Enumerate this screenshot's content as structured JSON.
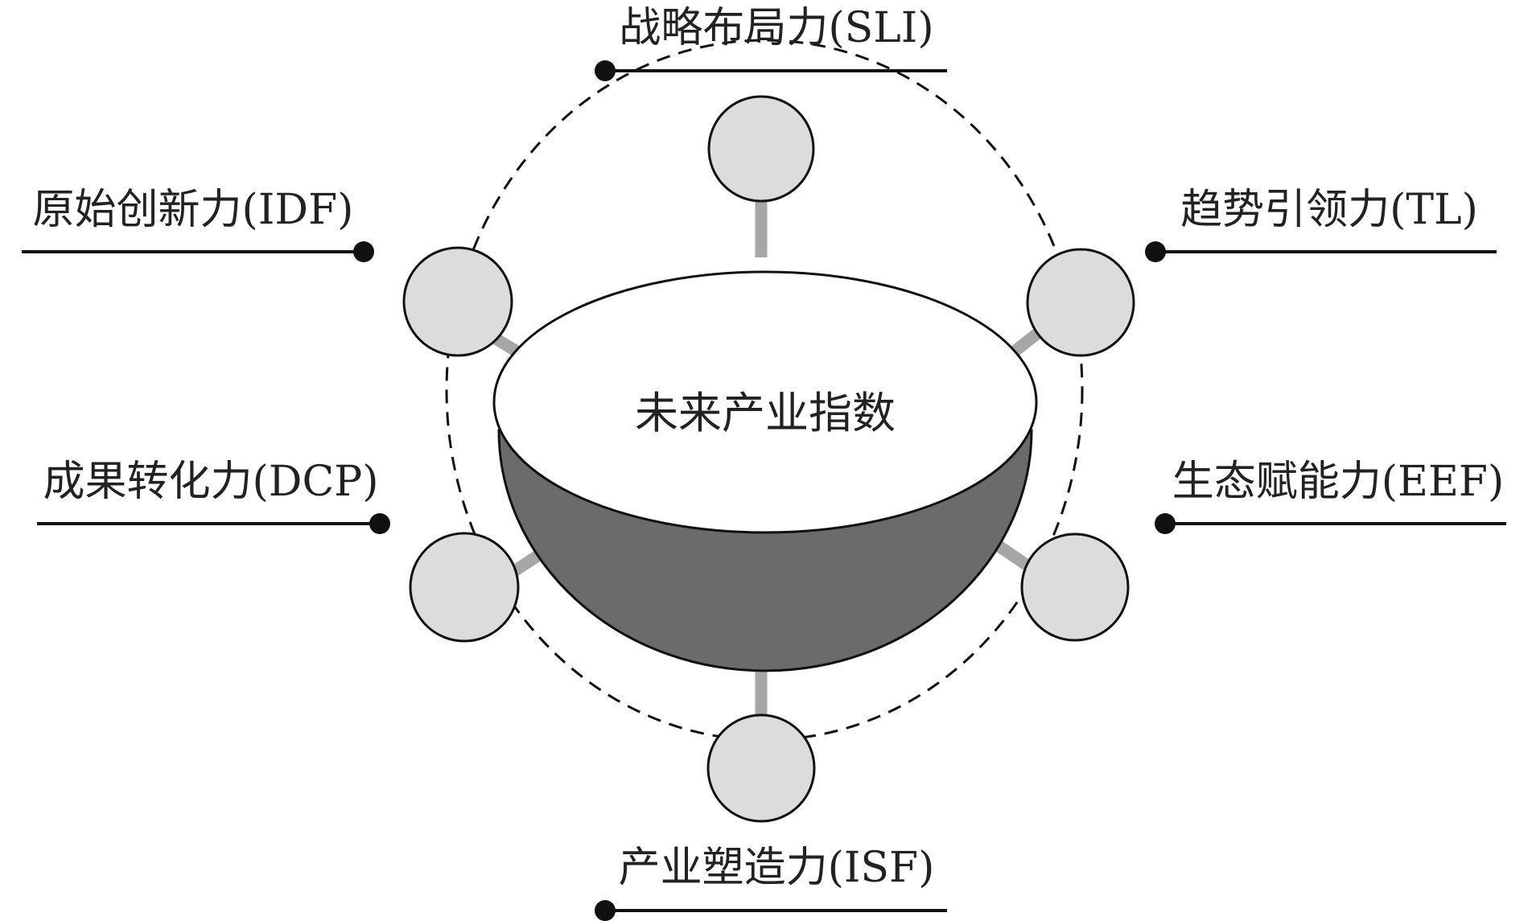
{
  "center": {
    "label": "未来产业指数"
  },
  "dimensions": [
    {
      "id": "sli",
      "label": "战略布局力(SLI)"
    },
    {
      "id": "tl",
      "label": "趋势引领力(TL)"
    },
    {
      "id": "eef",
      "label": "生态赋能力(EEF)"
    },
    {
      "id": "isf",
      "label": "产业塑造力(ISF)"
    },
    {
      "id": "dcp",
      "label": "成果转化力(DCP)"
    },
    {
      "id": "idf",
      "label": "原始创新力(IDF)"
    }
  ],
  "colors": {
    "line": "#111111",
    "node_fill": "#dcdcdc",
    "connector": "#a6a6a6",
    "bowl_fill": "#6b6b6b",
    "top_fill": "#ffffff"
  }
}
